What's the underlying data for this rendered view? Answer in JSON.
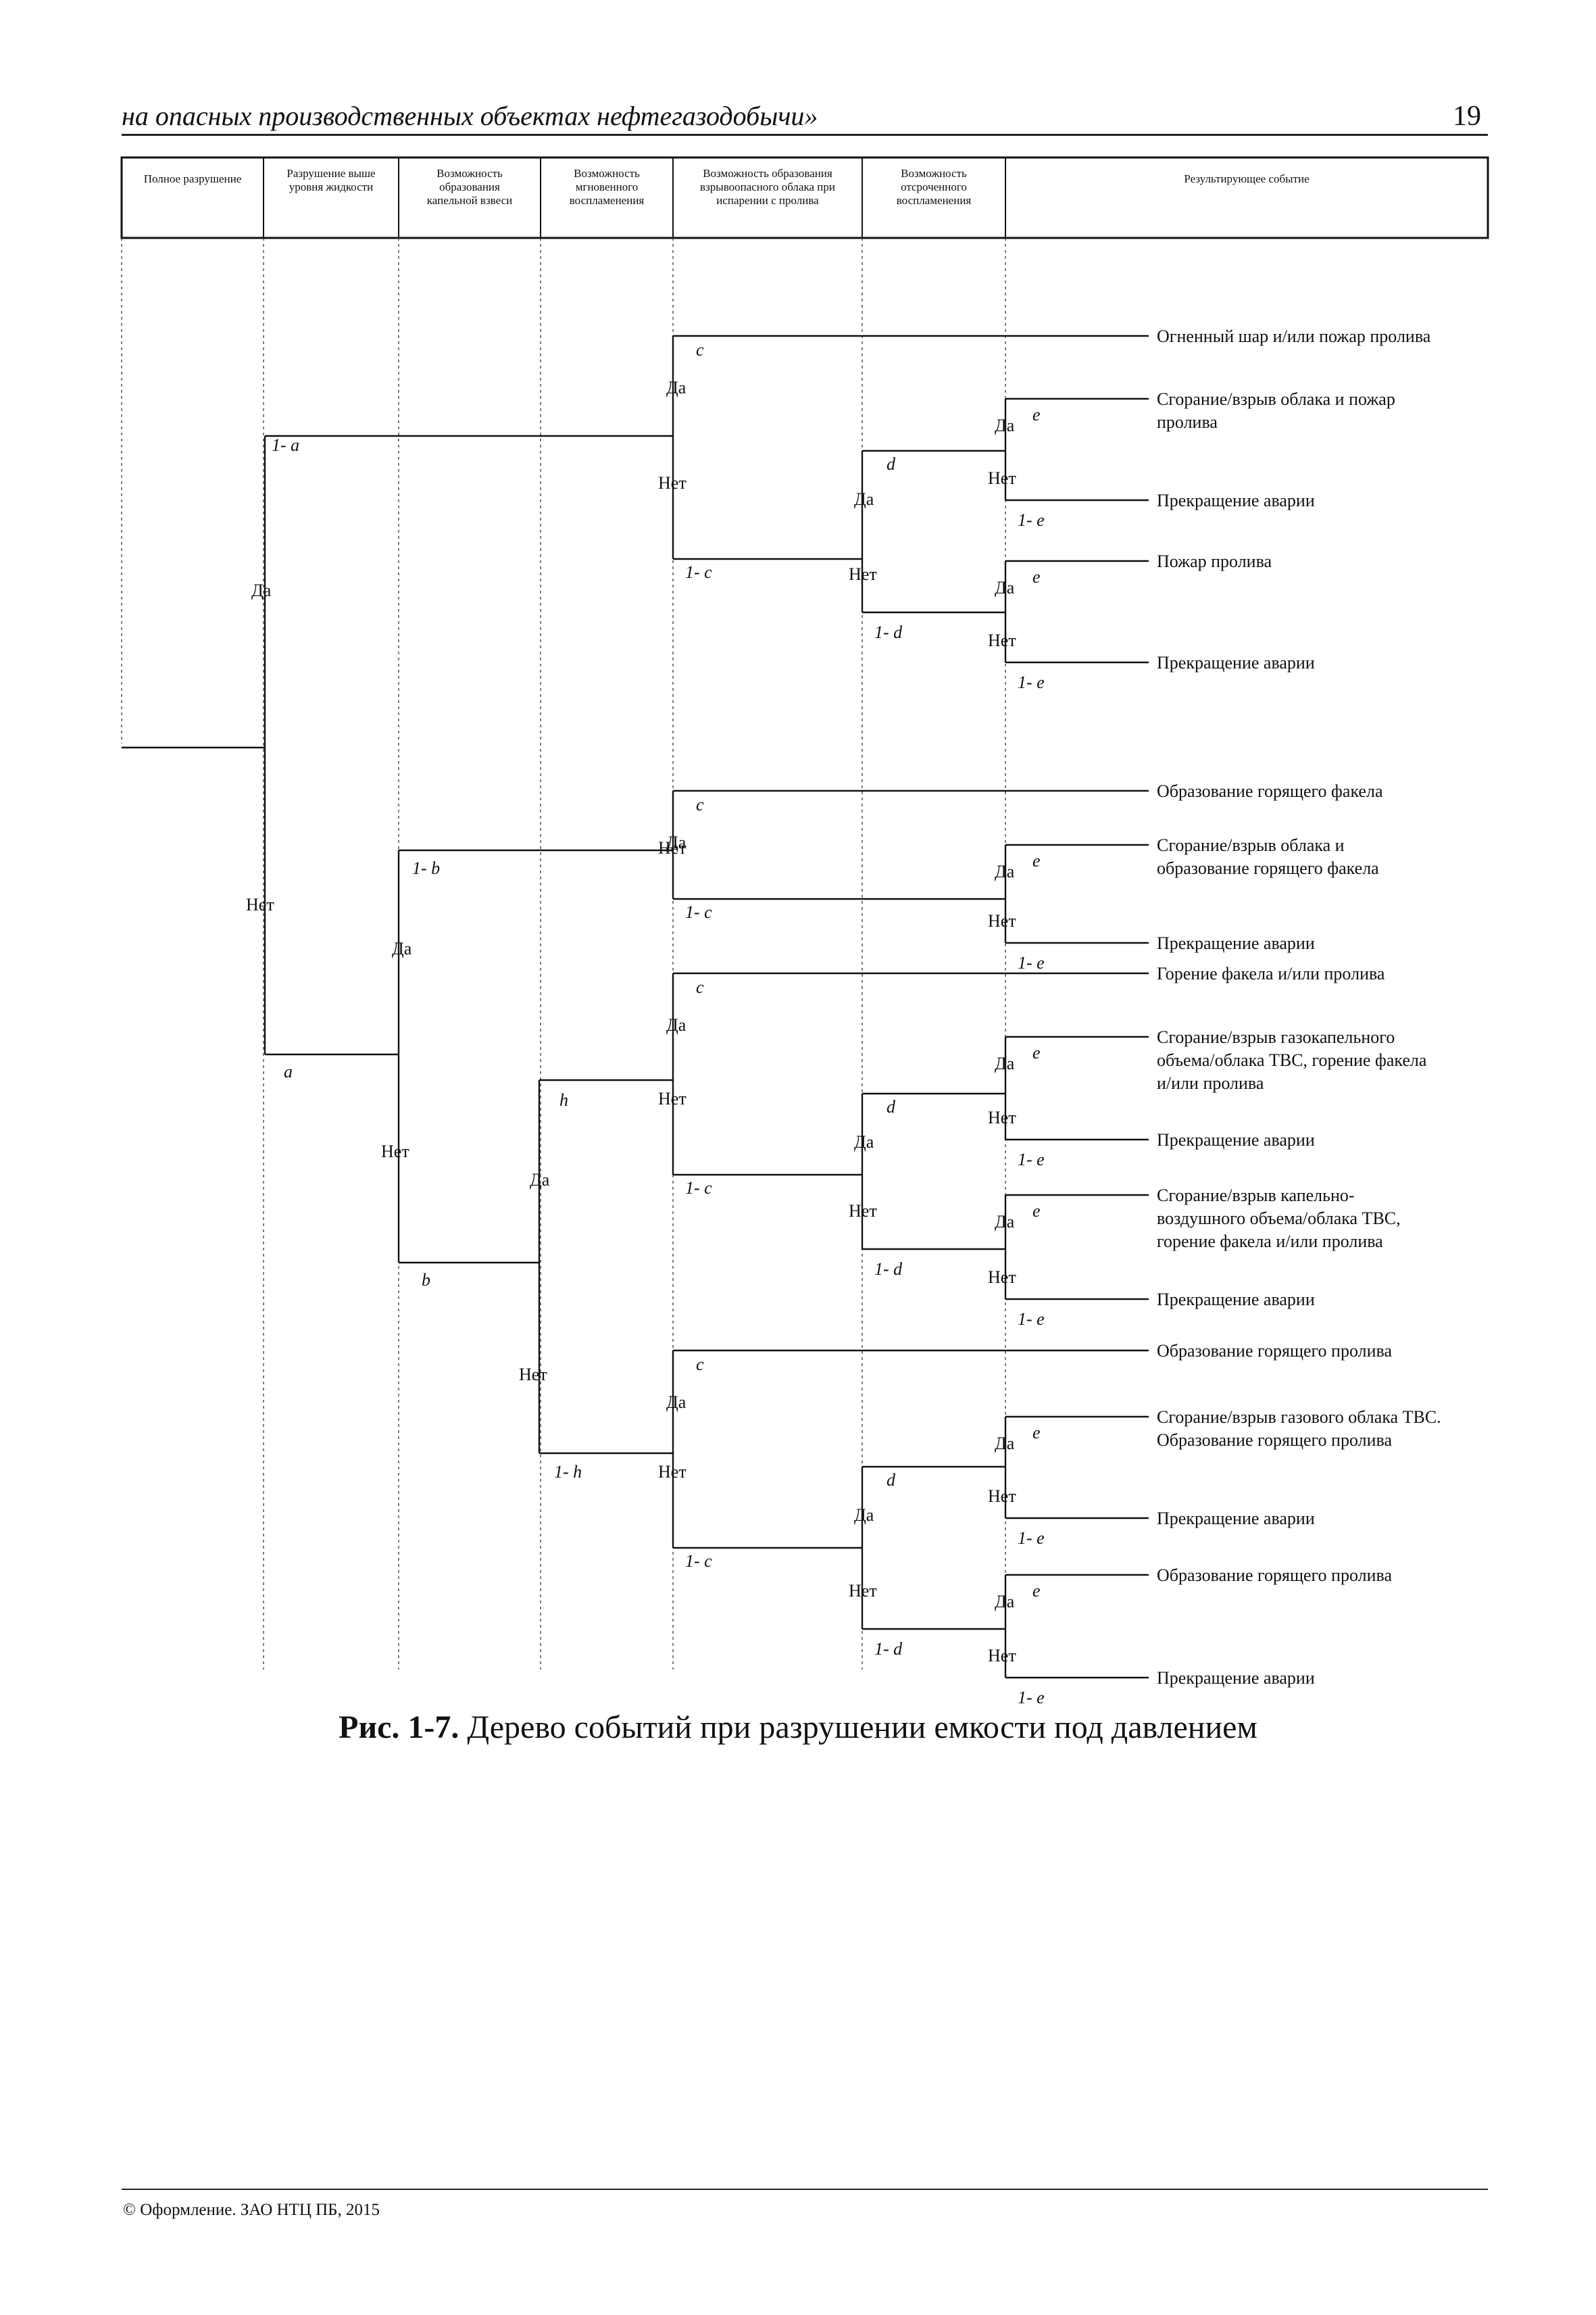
{
  "page": {
    "running_head": "на опасных производственных объектах нефтегазодобычи»",
    "page_number": "19",
    "footer": "© Оформление. ЗАО НТЦ ПБ, 2015"
  },
  "caption": {
    "number": "Рис. 1-7.",
    "text": "Дерево событий при разрушении емкости под давлением"
  },
  "headers": [
    [
      "Полное разрушение"
    ],
    [
      "Разрушение выше",
      "уровня жидкости"
    ],
    [
      "Возможность",
      "образования",
      "капельной взвеси"
    ],
    [
      "Возможность",
      "мгновенного",
      "воспламенения"
    ],
    [
      "Возможность образования",
      "взрывоопасного облака при",
      "испарении с пролива"
    ],
    [
      "Возможность",
      "отсроченного",
      "воспламенения"
    ],
    [
      "Результирующее событие"
    ]
  ],
  "words": {
    "yes": "Да",
    "no": "Нет"
  },
  "probs": {
    "a": "a",
    "one_a": "1- a",
    "b": "b",
    "one_b": "1- b",
    "h": "h",
    "one_h": "1- h",
    "c": "c",
    "one_c": "1- c",
    "d": "d",
    "one_d": "1- d",
    "e": "e",
    "one_e": "1- e"
  },
  "outcomes": [
    [
      "Огненный шар и/или пожар пролива"
    ],
    [
      "Сгорание/взрыв облака и пожар",
      "пролива"
    ],
    [
      "Прекращение аварии"
    ],
    [
      "Пожар пролива"
    ],
    [
      "Прекращение аварии"
    ],
    [
      "Образование горящего факела"
    ],
    [
      "Сгорание/взрыв облака и",
      "образование горящего факела"
    ],
    [
      "Прекращение аварии"
    ],
    [
      "Горение факела и/или пролива"
    ],
    [
      "Сгорание/взрыв газокапельного",
      "объема/облака ТВС, горение факела",
      "и/или пролива"
    ],
    [
      "Прекращение аварии"
    ],
    [
      "Сгорание/взрыв капельно-",
      "воздушного объема/облака ТВС,",
      "горение факела и/или пролива"
    ],
    [
      "Прекращение аварии"
    ],
    [
      "Образование горящего пролива"
    ],
    [
      "Сгорание/взрыв газового облака ТВС.",
      "Образование горящего пролива"
    ],
    [
      "Прекращение аварии"
    ],
    [
      "Образование горящего пролива"
    ],
    [
      "Прекращение аварии"
    ]
  ]
}
